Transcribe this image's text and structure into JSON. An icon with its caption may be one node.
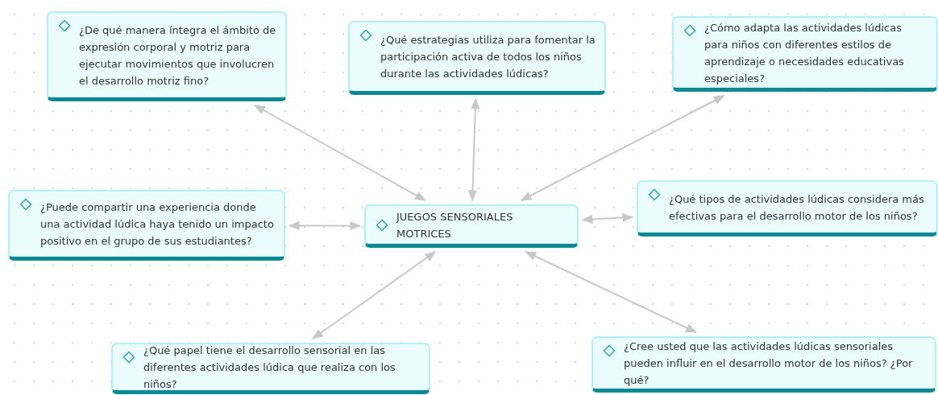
{
  "diagram": {
    "nodes": [
      {
        "text": [
          "JUEGOS SENSORIALES MOTRICES"
        ]
      },
      {
        "text": [
          "¿De qué manera íntegra el ámbito de expresión corporal y motriz para ejecutar movimientos que involucren el desarrollo motriz fino?"
        ]
      },
      {
        "text": [
          "¿Qué estrategias utiliza para fomentar la participación activa de todos los niños durante las actividades lúdicas?"
        ]
      },
      {
        "text": [
          "¿Cómo adapta las actividades lúdicas para niños con diferentes estilos de aprendizaje o necesidades educativas especiales?"
        ]
      },
      {
        "text": [
          "¿Puede compartir una experiencia donde una actividad lúdica haya tenido un impacto positivo en el grupo de sus estudiantes?"
        ]
      },
      {
        "text": [
          "¿Qué tipos de actividades lúdicas considera más efectivas para el desarrollo motor de los niños?"
        ]
      },
      {
        "text": [
          "¿Qué papel tiene el desarrollo sensorial en las diferentes actividades lúdica que realiza con los niños?"
        ]
      },
      {
        "text": [
          "¿Cree usted que las actividades lúdicas sensoriales pueden influir en el desarrollo motor de los niños? ¿Por qué?"
        ]
      }
    ],
    "edges": [
      {
        "from": 0,
        "to": 1,
        "arrow": "both"
      },
      {
        "from": 0,
        "to": 2,
        "arrow": "both"
      },
      {
        "from": 0,
        "to": 3,
        "arrow": "both"
      },
      {
        "from": 0,
        "to": 4,
        "arrow": "both"
      },
      {
        "from": 0,
        "to": 5,
        "arrow": "both"
      },
      {
        "from": 0,
        "to": 6,
        "arrow": "both"
      },
      {
        "from": 0,
        "to": 7,
        "arrow": "both"
      }
    ]
  }
}
